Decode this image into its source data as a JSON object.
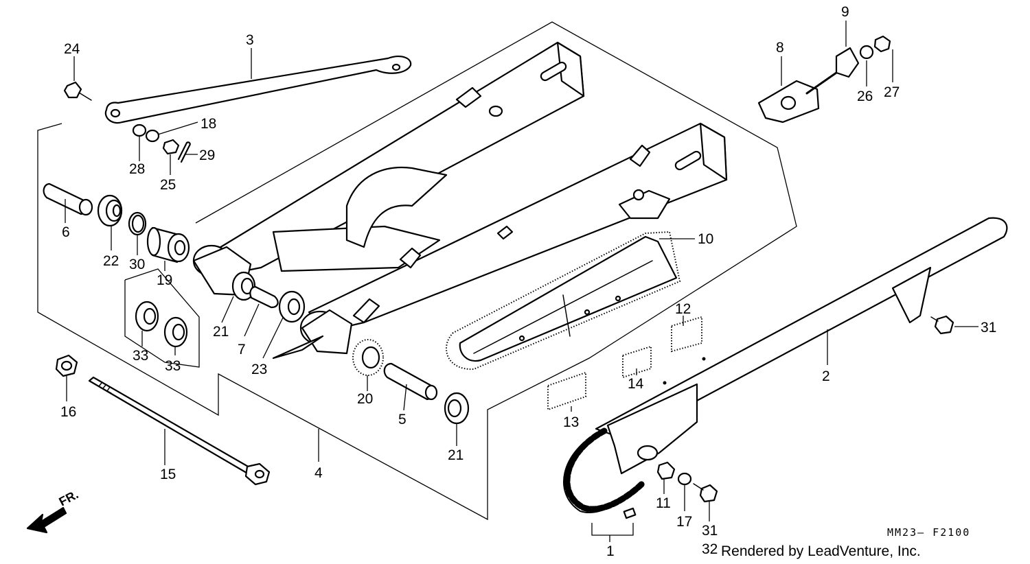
{
  "diagram": {
    "callouts": [
      "1",
      "2",
      "3",
      "4",
      "5",
      "6",
      "7",
      "8",
      "9",
      "10",
      "11",
      "12",
      "13",
      "14",
      "15",
      "16",
      "17",
      "18",
      "19",
      "20",
      "21",
      "21",
      "22",
      "23",
      "24",
      "25",
      "26",
      "27",
      "28",
      "29",
      "30",
      "31",
      "31",
      "32",
      "33",
      "33"
    ],
    "front_arrow_label": "FR.",
    "diagram_code": "MM23– F2100",
    "credit": "Rendered by LeadVenture, Inc."
  }
}
